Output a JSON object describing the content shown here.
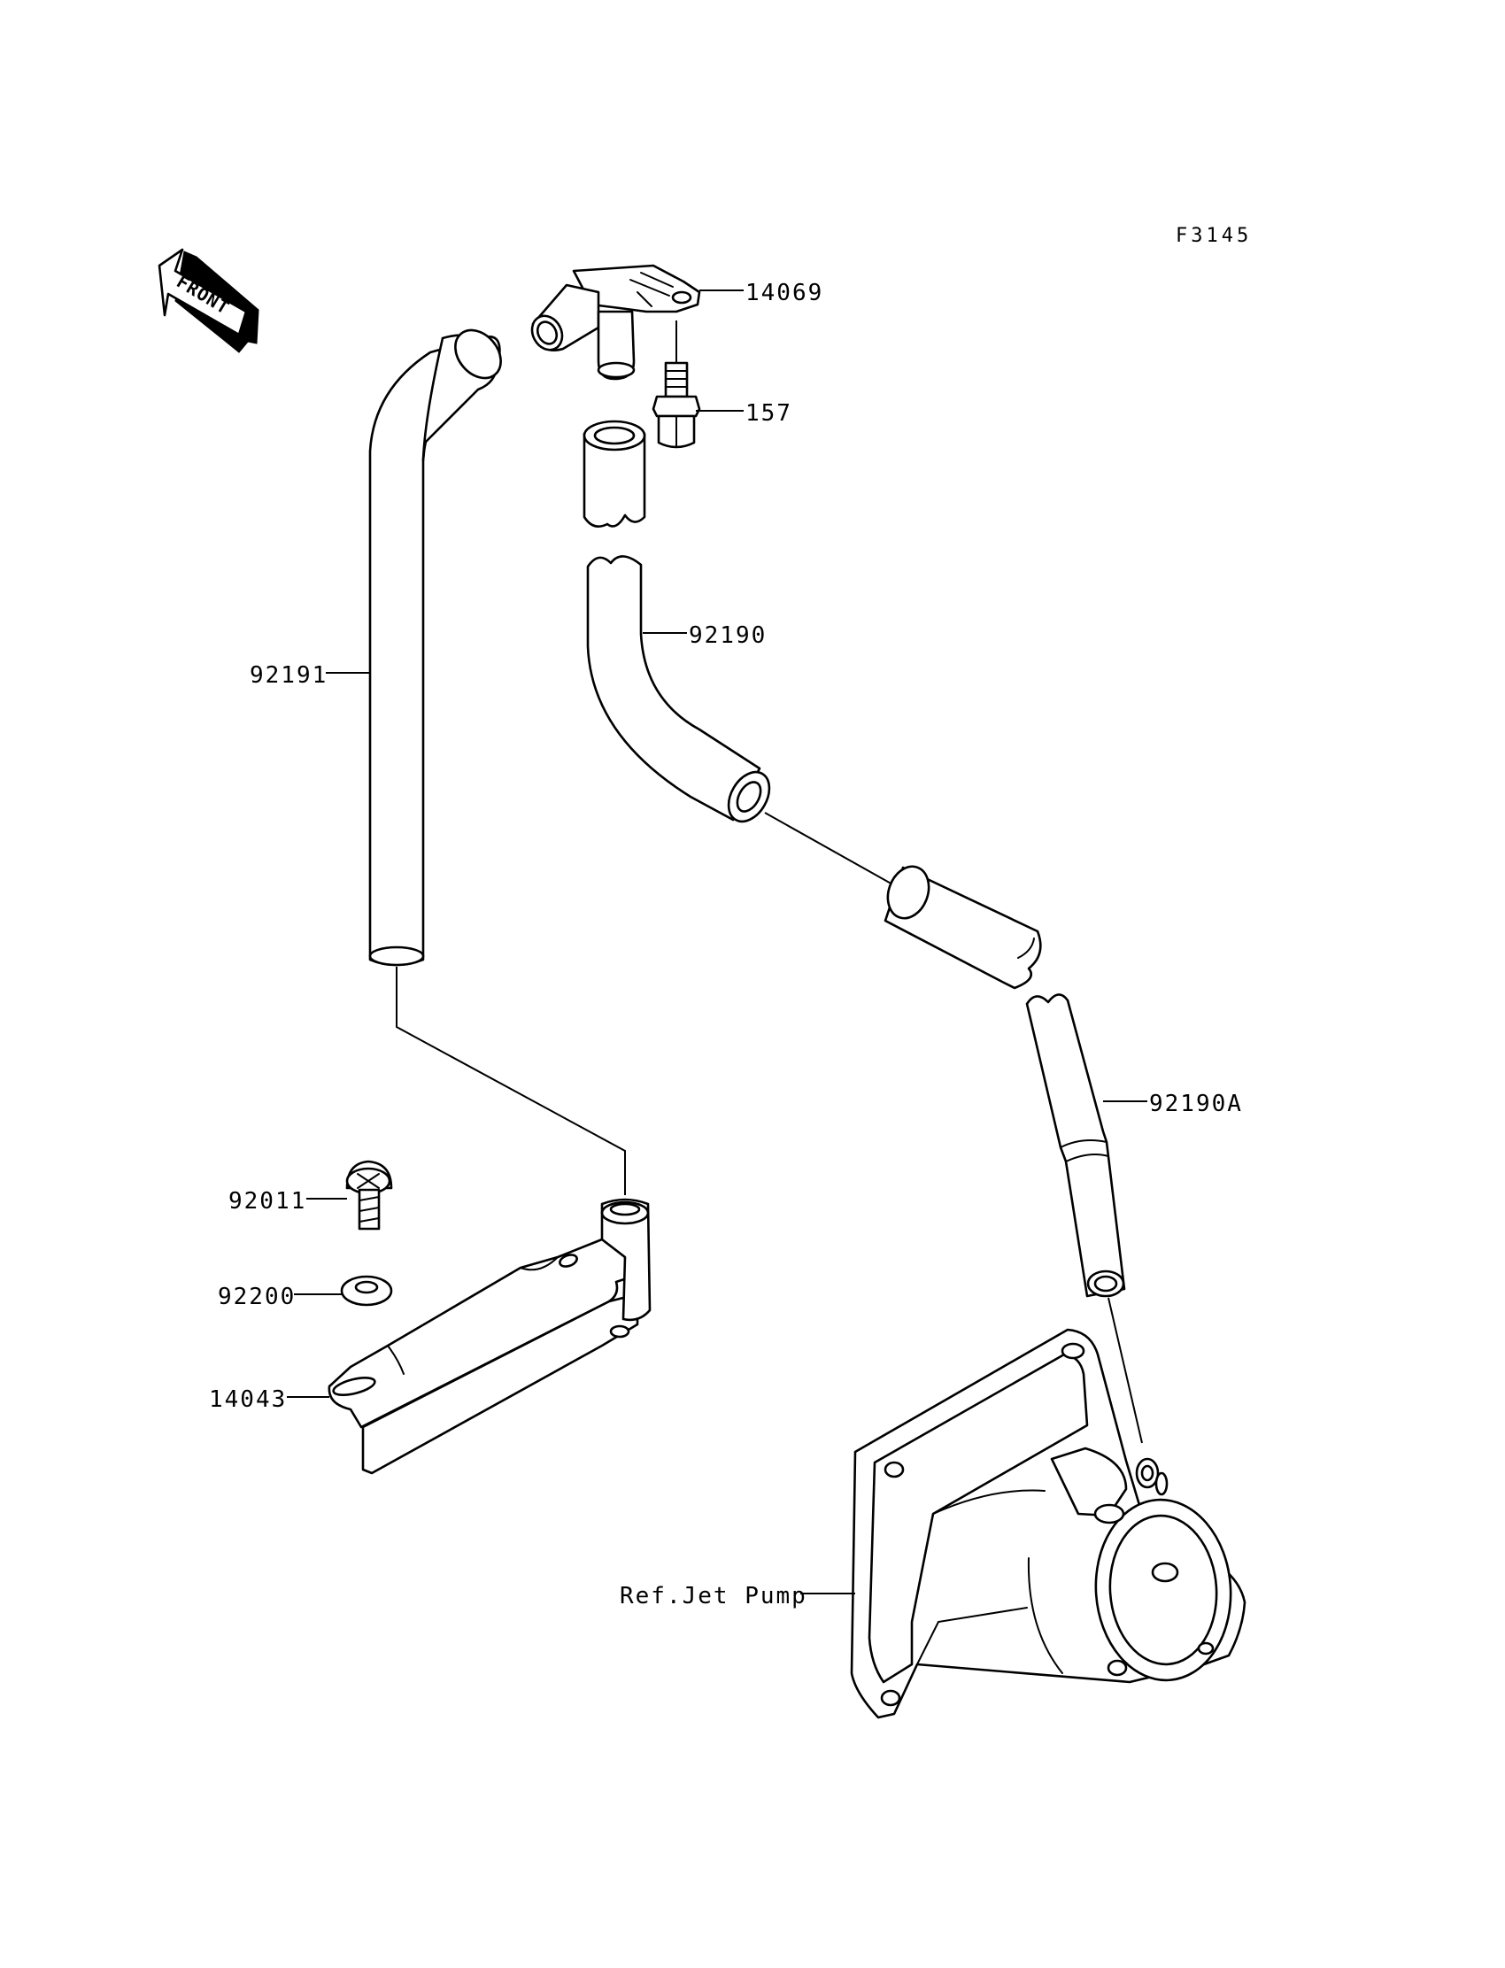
{
  "figure_code": "F3145",
  "front_label": "FRONT",
  "parts": {
    "fitting": "14069",
    "bolt": "157",
    "hose_main": "92190",
    "hose_long": "92191",
    "hose_lower": "92190A",
    "screw": "92011",
    "grommet": "92200",
    "bracket": "14043",
    "ref_jet_pump": "Ref.Jet Pump"
  }
}
